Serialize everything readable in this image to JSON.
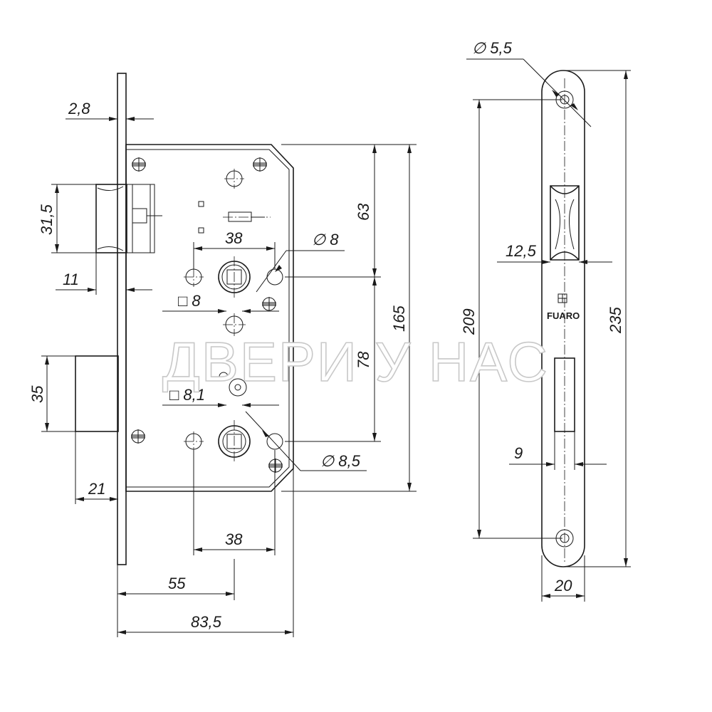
{
  "dimensions": {
    "d_2_8": "2,8",
    "d_31_5": "31,5",
    "d_11": "11",
    "d_38_top": "38",
    "d_phi8": "∅ 8",
    "d_sq8": "□ 8",
    "d_63": "63",
    "d_165": "165",
    "d_78": "78",
    "d_35": "35",
    "d_sq8_1": "□ 8,1",
    "d_phi8_5": "∅ 8,5",
    "d_21": "21",
    "d_38_bottom": "38",
    "d_55": "55",
    "d_83_5": "83,5",
    "d_phi5_5": "∅ 5,5",
    "d_12_5": "12,5",
    "d_209": "209",
    "d_235": "235",
    "d_9": "9",
    "d_20": "20"
  },
  "brand": {
    "logo_text": "FUARO"
  },
  "watermark": {
    "text": "ДВЕРИ У НАС"
  }
}
